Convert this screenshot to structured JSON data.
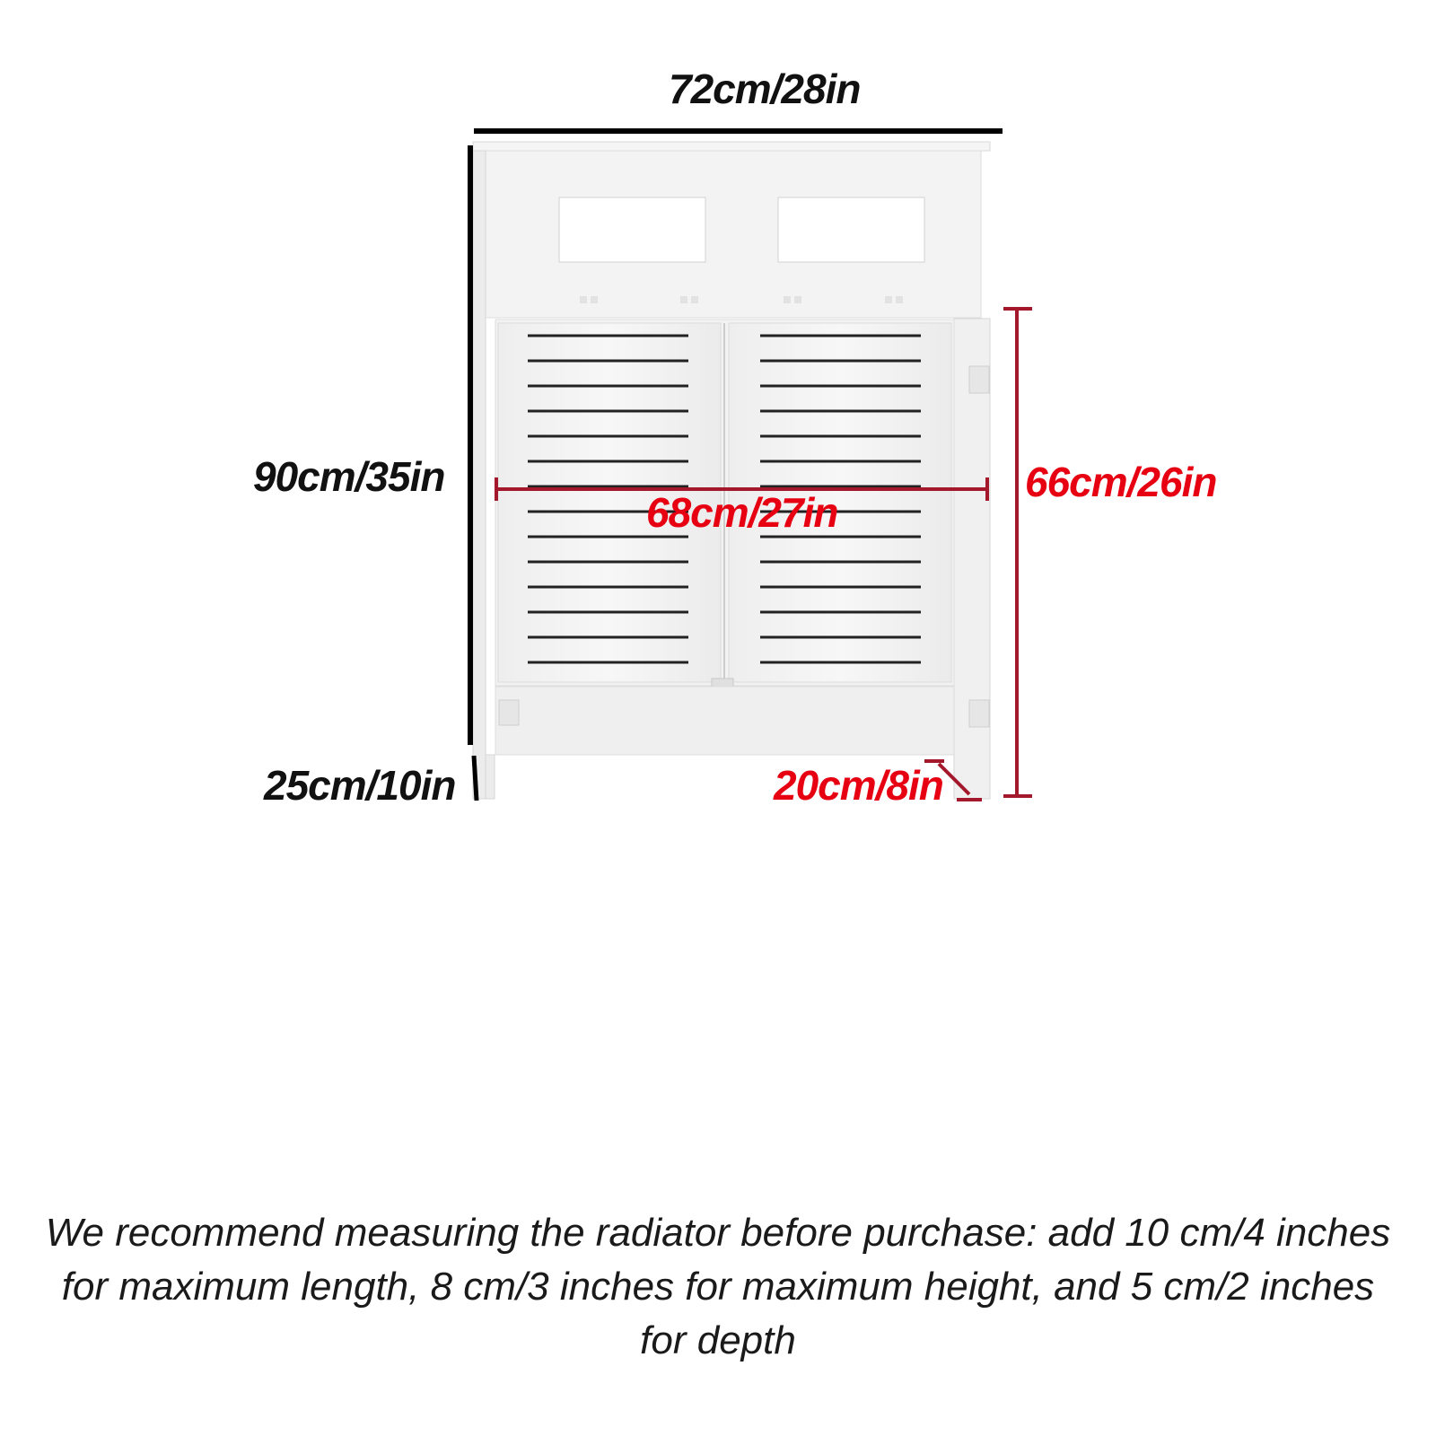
{
  "dimensions": {
    "width": "72cm/28in",
    "height": "90cm/35in",
    "leg_height": "25cm/10in",
    "inner_width": "68cm/27in",
    "inner_height": "66cm/26in",
    "depth": "20cm/8in"
  },
  "note": "We recommend measuring the radiator before purchase: add 10 cm/4 inches for maximum length, 8 cm/3 inches for maximum height, and 5 cm/2 inches for depth",
  "colors": {
    "black_dimension": "#111111",
    "red_dimension": "#e60012",
    "red_line": "#a3192b",
    "cabinet": "#f2f2f2"
  }
}
